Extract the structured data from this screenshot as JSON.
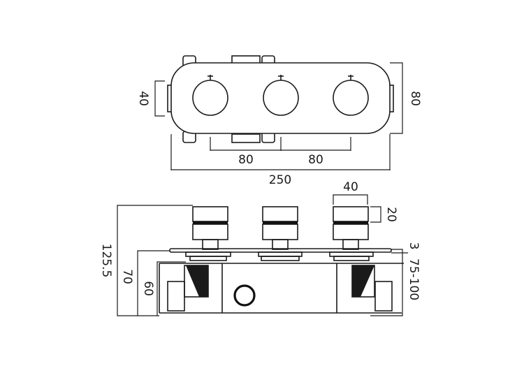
{
  "top_view": {
    "dims": {
      "spacing_left": "80",
      "spacing_right": "80",
      "overall_width": "250",
      "knob_diameter": "40",
      "plate_height": "80"
    }
  },
  "side_view": {
    "dims": {
      "knob_width": "40",
      "knob_depth": "20",
      "overall_depth": "125.5",
      "body_depth_70": "70",
      "body_depth_60": "60",
      "wall_depth_range": "75-100",
      "plate_thickness": "3"
    }
  }
}
